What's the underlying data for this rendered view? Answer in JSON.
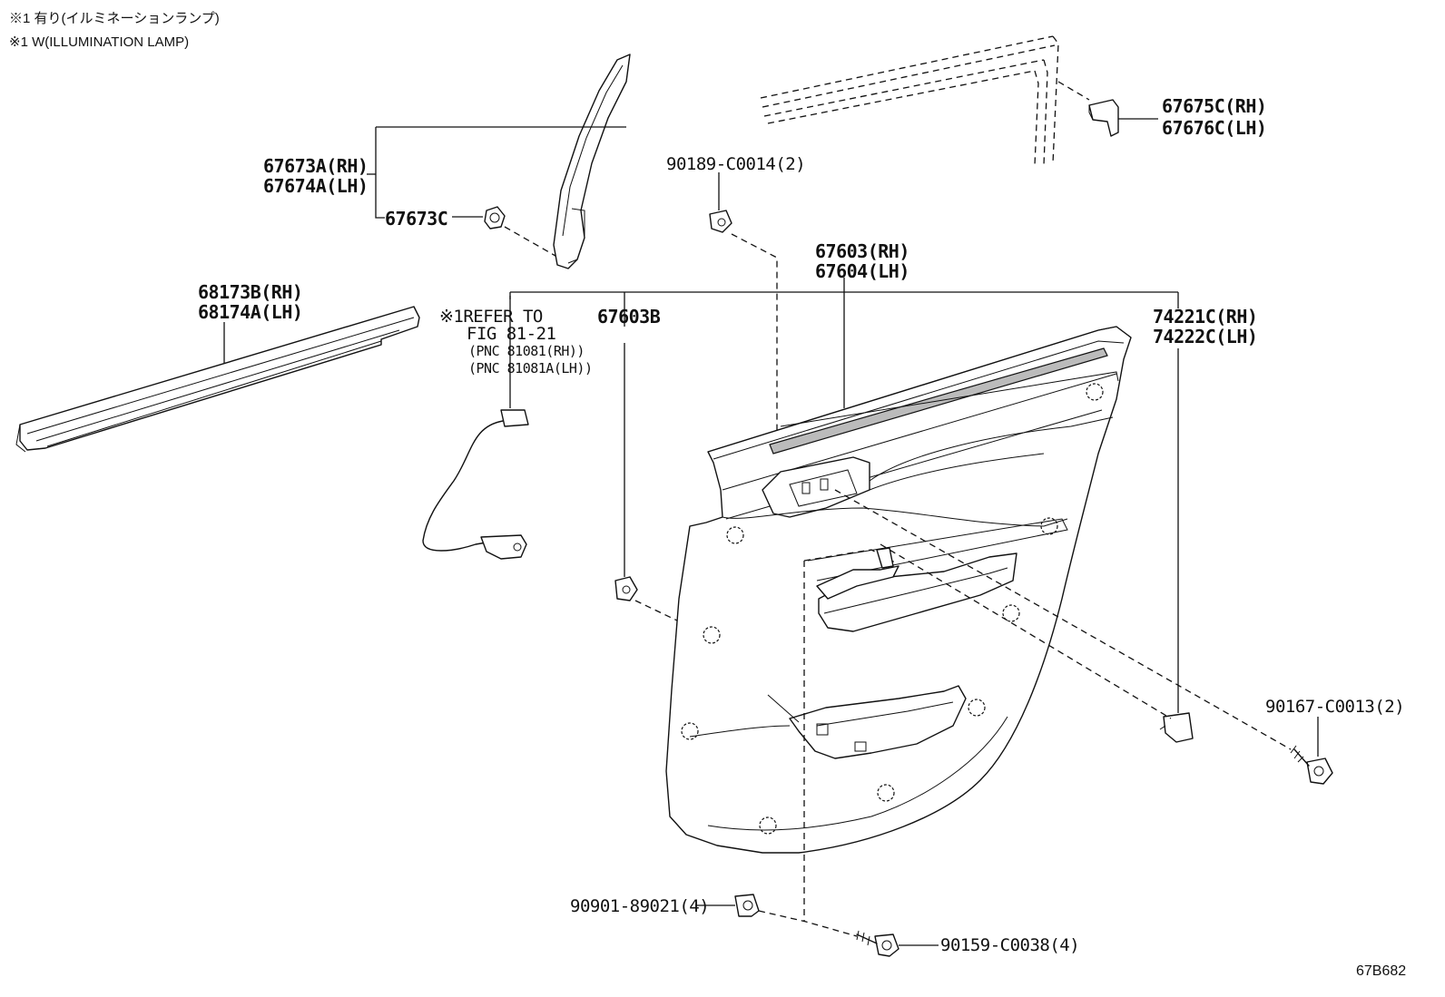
{
  "notes": {
    "note_jp": "※1 有り(イルミネーションランプ)",
    "note_en": "※1 W(ILLUMINATION LAMP)"
  },
  "labels": {
    "p67673a_rh": "67673A(RH)",
    "p67674a_lh": "67674A(LH)",
    "p67673c": "67673C",
    "p90189": "90189-C0014(2)",
    "p67675c_rh": "67675C(RH)",
    "p67676c_lh": "67676C(LH)",
    "p67603_rh": "67603(RH)",
    "p67604_lh": "67604(LH)",
    "p68173b_rh": "68173B(RH)",
    "p68174a_lh": "68174A(LH)",
    "refer_line1": "※1REFER TO",
    "refer_line2": "FIG 81-21",
    "refer_line3": "(PNC 81081(RH))",
    "refer_line4": "(PNC 81081A(LH))",
    "p67603b": "67603B",
    "p74221c_rh": "74221C(RH)",
    "p74222c_lh": "74222C(LH)",
    "p90167": "90167-C0013(2)",
    "p90901": "90901-89021(4)",
    "p90159": "90159-C0038(4)"
  },
  "diagram_code": "67B682"
}
